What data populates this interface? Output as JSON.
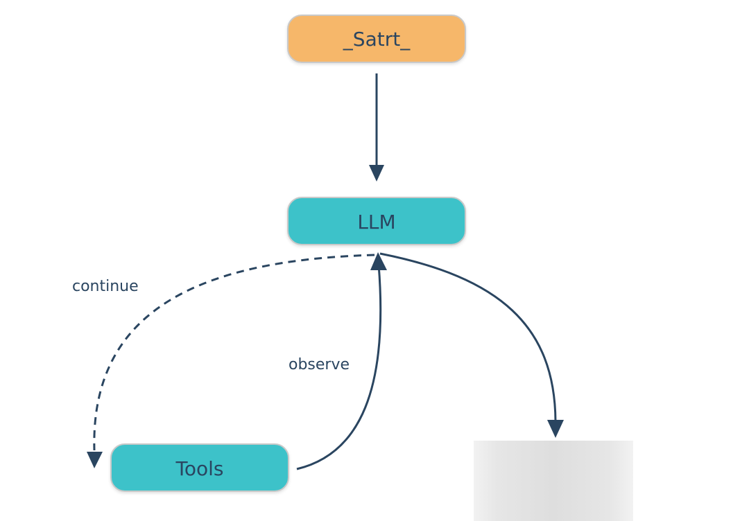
{
  "nodes": {
    "start": {
      "label": "_Satrt_",
      "color": "#F6B76B"
    },
    "llm": {
      "label": "LLM",
      "color": "#3EC2C9"
    },
    "tools": {
      "label": "Tools",
      "color": "#3EC2C9"
    }
  },
  "edges": {
    "continue_label": "continue",
    "observe_label": "observe"
  },
  "colors": {
    "edge": "#2a4560",
    "node_border": "#c9c9c9",
    "placeholder": "#e3e3e3"
  }
}
